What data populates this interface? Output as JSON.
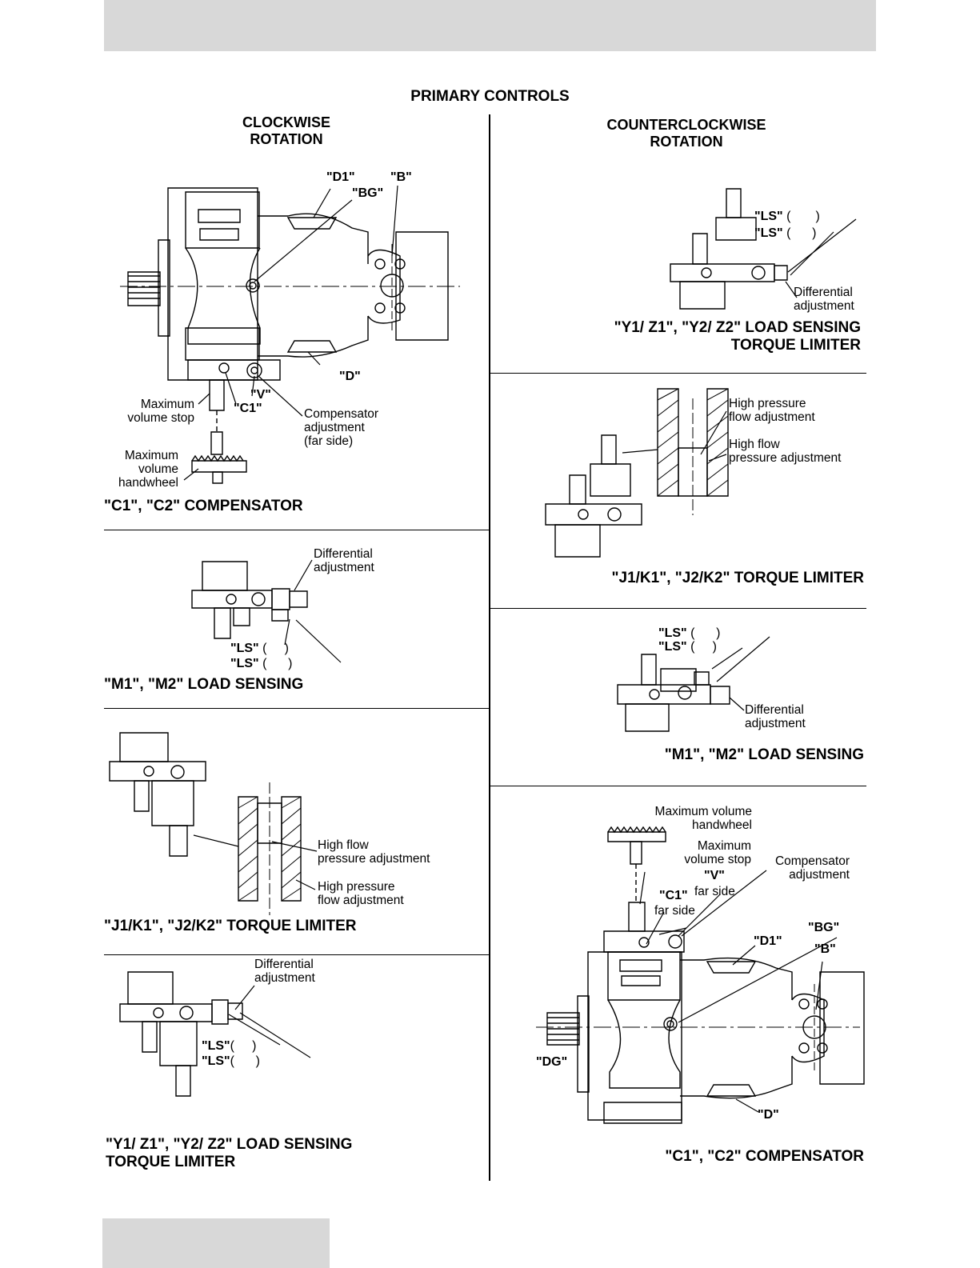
{
  "page_title": "PRIMARY CONTROLS",
  "columns": {
    "left_header": [
      "CLOCKWISE",
      "ROTATION"
    ],
    "right_header": [
      "COUNTERCLOCKWISE",
      "ROTATION"
    ]
  },
  "left": {
    "c1c2": {
      "caption": "\"C1\", \"C2\" COMPENSATOR",
      "ports": {
        "d1": "\"D1\"",
        "b": "\"B\"",
        "bg": "\"BG\"",
        "d": "\"D\"",
        "v": "\"V\"",
        "c1": "\"C1\""
      },
      "max_volume_stop": [
        "Maximum",
        "volume stop"
      ],
      "compensator_adjustment": [
        "Compensator",
        "adjustment",
        "(far side)"
      ],
      "max_volume_handwheel": [
        "Maximum",
        "volume",
        "handwheel"
      ]
    },
    "m1m2": {
      "caption": "\"M1\", \"M2\" LOAD SENSING",
      "differential": [
        "Differential",
        "adjustment"
      ],
      "ls1": "\"LS\"",
      "ls2": "\"LS\""
    },
    "j1k1": {
      "caption": "\"J1/K1\", \"J2/K2\"  TORQUE LIMITER",
      "high_flow": [
        "High flow",
        "pressure adjustment"
      ],
      "high_pressure": [
        "High pressure",
        "flow adjustment"
      ]
    },
    "y1z1": {
      "caption": [
        "\"Y1/ Z1\", \"Y2/ Z2\" LOAD SENSING",
        "TORQUE LIMITER"
      ],
      "differential": [
        "Differential",
        "adjustment"
      ],
      "ls1": "\"LS\"",
      "ls2": "\"LS\""
    }
  },
  "right": {
    "y1z1": {
      "caption": [
        "\"Y1/ Z1\", \"Y2/ Z2\" LOAD SENSING",
        "TORQUE LIMITER"
      ],
      "ls1": "\"LS\"",
      "ls2": "\"LS\"",
      "differential": [
        "Differential",
        "adjustment"
      ]
    },
    "j1k1": {
      "caption": "\"J1/K1\", \"J2/K2\"  TORQUE LIMITER",
      "high_pressure": [
        "High pressure",
        "flow adjustment"
      ],
      "high_flow": [
        "High flow",
        "pressure adjustment"
      ]
    },
    "m1m2": {
      "caption": "\"M1\", \"M2\" LOAD SENSING",
      "ls1": "\"LS\"",
      "ls2": "\"LS\"",
      "differential": [
        "Differential",
        "adjustment"
      ]
    },
    "c1c2": {
      "caption": "\"C1\", \"C2\" COMPENSATOR",
      "max_volume_handwheel": [
        "Maximum volume",
        "handwheel"
      ],
      "max_volume_stop": [
        "Maximum",
        "volume stop"
      ],
      "v": "\"V\"",
      "v_side": "far side",
      "c1": "\"C1\"",
      "c1_side": "far side",
      "compensator_adjustment": [
        "Compensator",
        "adjustment"
      ],
      "ports": {
        "d1": "\"D1\"",
        "bg": "\"BG\"",
        "b": "\"B\"",
        "dg": "\"DG\"",
        "d": "\"D\""
      }
    }
  }
}
